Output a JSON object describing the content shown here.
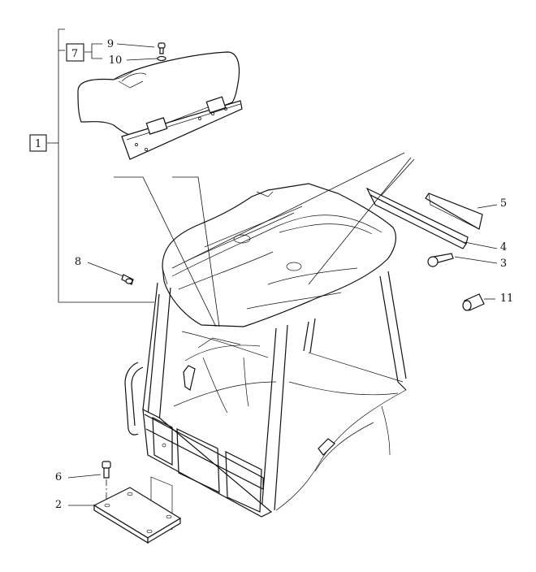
{
  "callouts": {
    "c1": "1",
    "c2": "2",
    "c3": "3",
    "c4": "4",
    "c5": "5",
    "c6": "6",
    "c7": "7",
    "c8": "8",
    "c9": "9",
    "c10": "10",
    "c11": "11"
  },
  "colors": {
    "line": "#111111",
    "background": "#ffffff"
  }
}
